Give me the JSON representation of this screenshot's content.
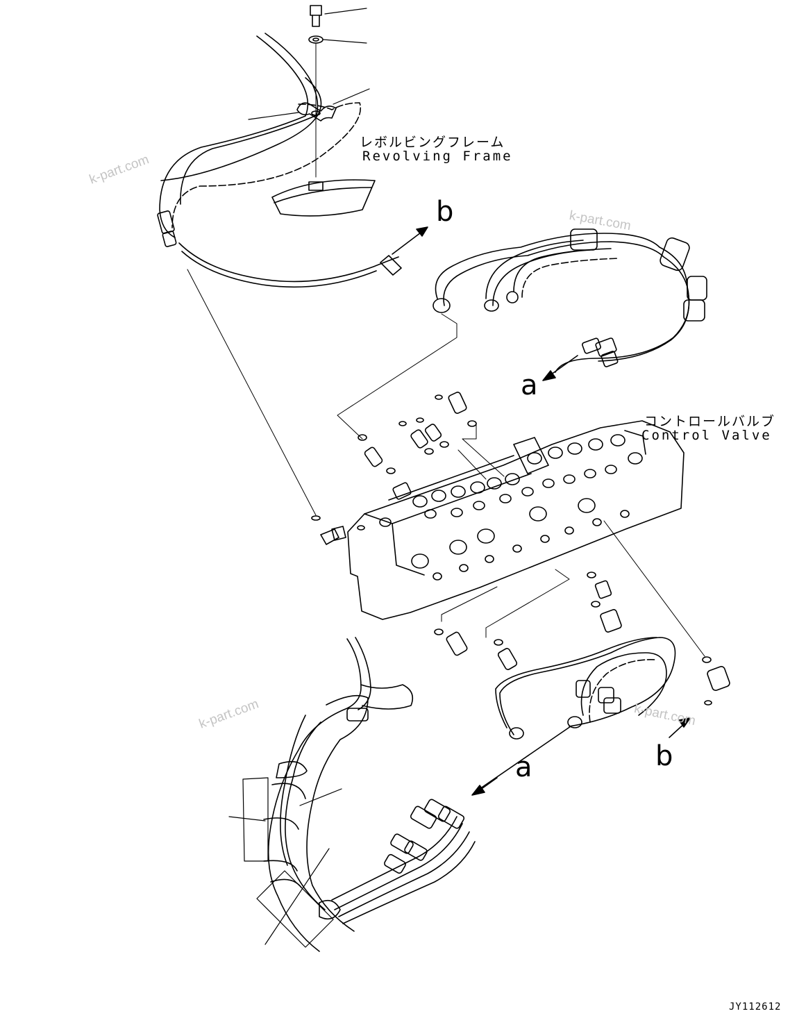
{
  "labels": {
    "revolving_frame_jp": "レボルビングフレーム",
    "revolving_frame_en": "Revolving Frame",
    "control_valve_jp": "コントロールバルブ",
    "control_valve_en": "Control Valve",
    "ref_a_top": "a",
    "ref_b_top": "b",
    "ref_a_bottom": "a",
    "ref_b_bottom": "b"
  },
  "watermark": "k-part.com",
  "drawing_code": "JY112612",
  "colors": {
    "line": "#000000",
    "background": "#ffffff",
    "watermark": "#c4c4c4"
  }
}
